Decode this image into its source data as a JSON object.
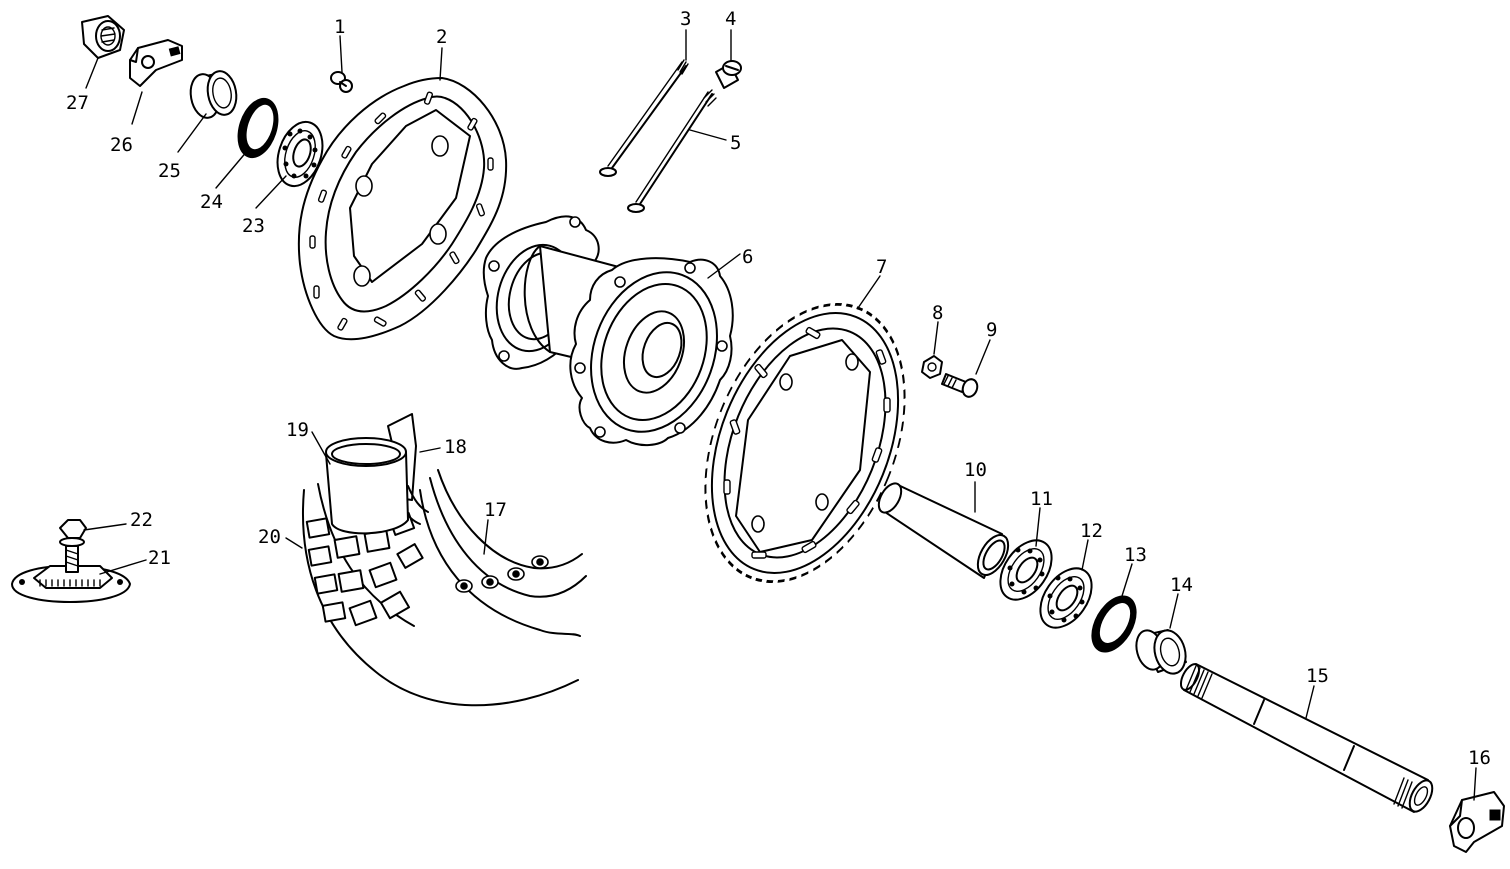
{
  "parts": [
    {
      "number": "1"
    },
    {
      "number": "2"
    },
    {
      "number": "3"
    },
    {
      "number": "4"
    },
    {
      "number": "5"
    },
    {
      "number": "6"
    },
    {
      "number": "7"
    },
    {
      "number": "8"
    },
    {
      "number": "9"
    },
    {
      "number": "10"
    },
    {
      "number": "11"
    },
    {
      "number": "12"
    },
    {
      "number": "13"
    },
    {
      "number": "14"
    },
    {
      "number": "15"
    },
    {
      "number": "16"
    },
    {
      "number": "17"
    },
    {
      "number": "18"
    },
    {
      "number": "19"
    },
    {
      "number": "20"
    },
    {
      "number": "21"
    },
    {
      "number": "22"
    },
    {
      "number": "23"
    },
    {
      "number": "24"
    },
    {
      "number": "25"
    },
    {
      "number": "26"
    },
    {
      "number": "27"
    }
  ]
}
